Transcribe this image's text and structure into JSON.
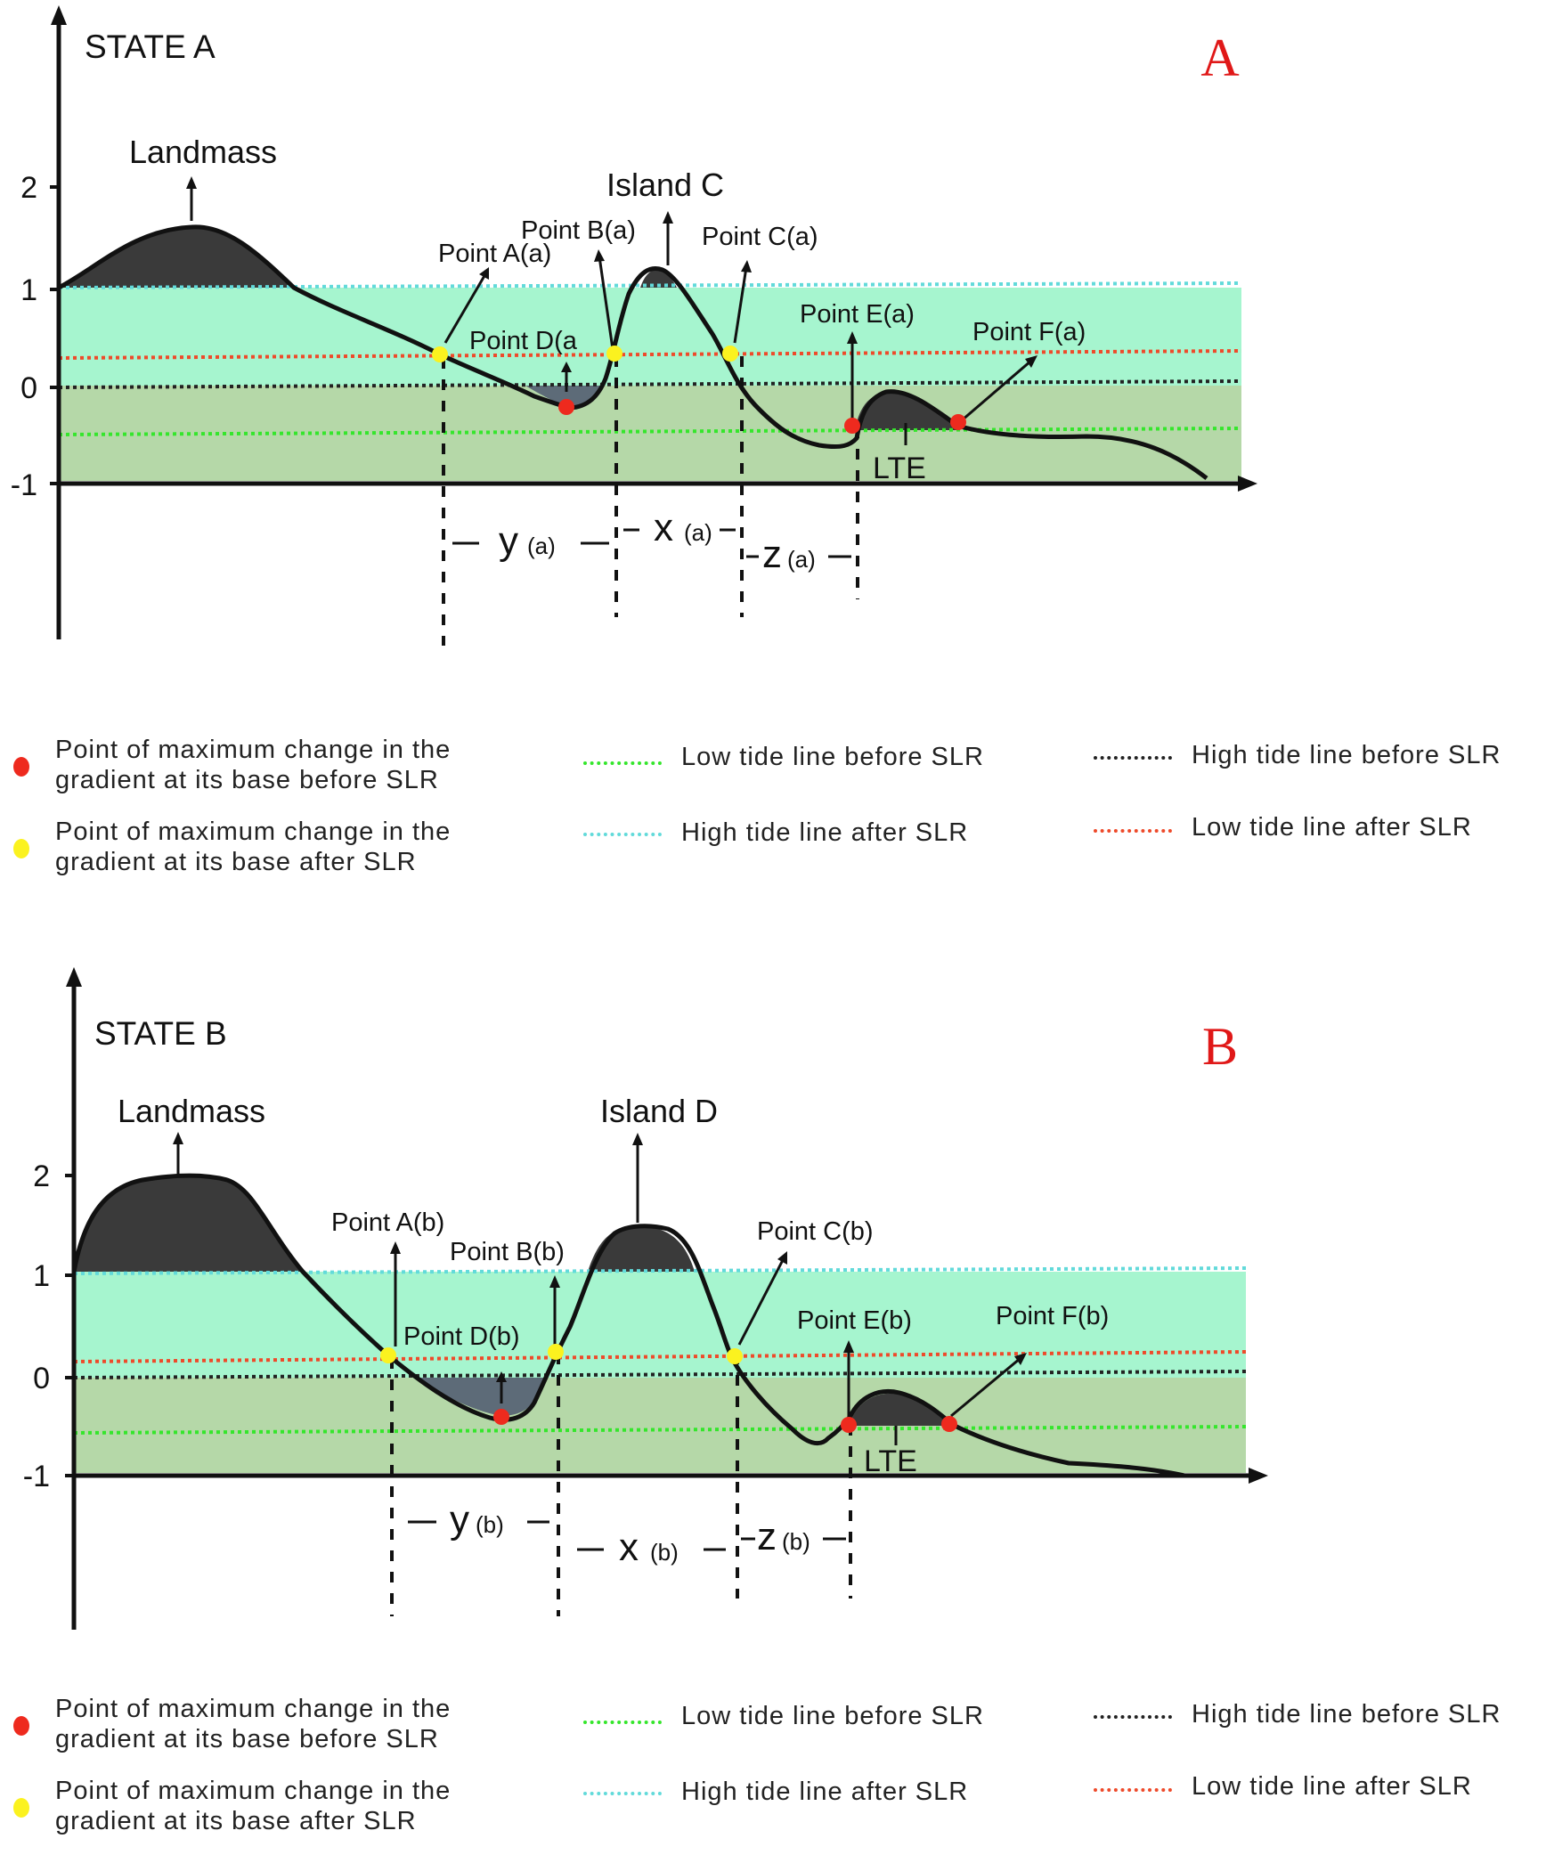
{
  "panels": [
    {
      "id": "a",
      "letter": "A",
      "state_title": "STATE A",
      "y_ticks": [
        "2",
        "1",
        "0",
        "-1"
      ],
      "labels": {
        "landmass": "Landmass",
        "island": "Island C",
        "point_a": "Point A(a)",
        "point_b": "Point B(a)",
        "point_c": "Point C(a)",
        "point_d": "Point D(a",
        "point_e": "Point E(a)",
        "point_f": "Point F(a)",
        "lte": "LTE",
        "dim_y": "y",
        "dim_y_sub": "(a)",
        "dim_x": "x",
        "dim_x_sub": "(a)",
        "dim_z": "z",
        "dim_z_sub": "(a)"
      }
    },
    {
      "id": "b",
      "letter": "B",
      "state_title": "STATE B",
      "y_ticks": [
        "2",
        "1",
        "0",
        "-1"
      ],
      "labels": {
        "landmass": "Landmass",
        "island": "Island D",
        "point_a": "Point A(b)",
        "point_b": "Point B(b)",
        "point_c": "Point C(b)",
        "point_d": "Point D(b)",
        "point_e": "Point E(b)",
        "point_f": "Point F(b)",
        "lte": "LTE",
        "dim_y": "y",
        "dim_y_sub": "(b)",
        "dim_x": "x",
        "dim_x_sub": "(b)",
        "dim_z": "z",
        "dim_z_sub": "(b)"
      }
    }
  ],
  "legend": {
    "red_point_line1": "Point of maximum change in the",
    "red_point_line2": "gradient at its base before SLR",
    "yellow_point_line1": "Point of maximum change in the",
    "yellow_point_line2": "gradient at its base after SLR",
    "low_tide_before": "Low tide line before SLR",
    "high_tide_after": "High tide line after SLR",
    "high_tide_before": "High tide line before SLR",
    "low_tide_after": "Low tide line after SLR"
  },
  "colors": {
    "water_high": "#a6f5cf",
    "water_low": "#b5d8a8",
    "land": "#3a3a3a",
    "basin": "#5d6b78",
    "red_point": "#ee2a1e",
    "yellow_point": "#fbf21f",
    "low_tide_before": "#35e62c",
    "high_tide_after": "#62dada",
    "high_tide_before": "#222222",
    "low_tide_after": "#ee4a2a",
    "panel_letter": "#e01818"
  }
}
